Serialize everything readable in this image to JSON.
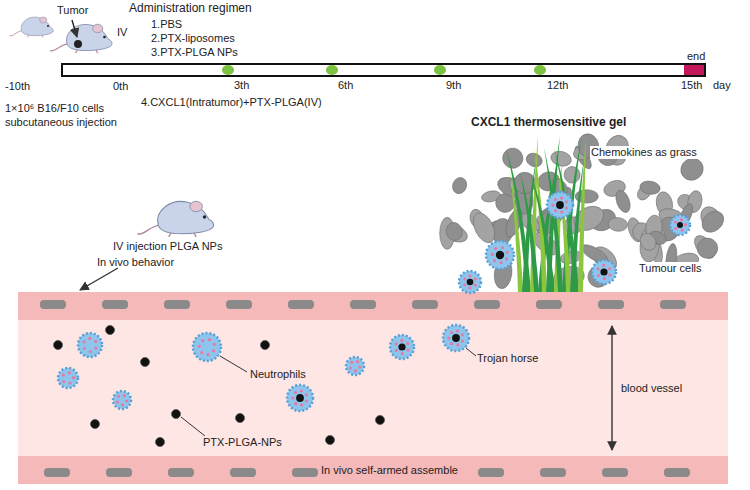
{
  "diagram": {
    "labels": [
      "Tumor",
      "Administration regimen",
      "IV",
      "1.PBS",
      "2.PTX-liposomes",
      "3.PTX-PLGA NPs",
      "-10th",
      "0th",
      "3th",
      "6th",
      "9th",
      "12th",
      "end",
      "15th",
      "day",
      "4.CXCL1(Intratumor)+PTX-PLGA(IV)",
      "1×10⁶ B16/F10 cells",
      "subcutaneous injection",
      "IV injection PLGA NPs",
      "In vivo behavior",
      "Neutrophils",
      "PTX-PLGA-NPs",
      "In vivo self-armed assemble",
      "Trojan horse",
      "blood vessel",
      "CXCL1 thermosensitive gel",
      "Chemokines as grass",
      "Tumour cells"
    ]
  }
}
